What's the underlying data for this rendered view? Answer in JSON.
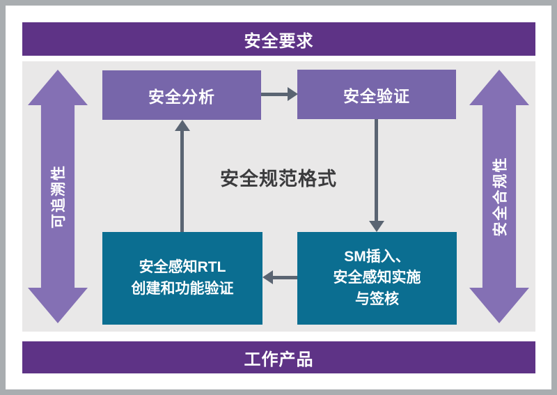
{
  "banners": {
    "top": "安全要求",
    "bottom": "工作产品"
  },
  "side_arrows": {
    "left_label": "可追溯性",
    "right_label": "安全合规性"
  },
  "center_label": "安全规范格式",
  "boxes": {
    "analysis": "安全分析",
    "verification": "安全验证",
    "rtl": "安全感知RTL\n创建和功能验证",
    "sm": "SM插入、\n安全感知实施\n与签核"
  },
  "flow": {
    "arrows": [
      "analysis-to-verification",
      "verification-to-sm",
      "sm-to-rtl",
      "rtl-to-analysis"
    ]
  },
  "colors": {
    "banner_purple": "#5e3386",
    "box_purple": "#7766aa",
    "arrow_purple": "#8470b4",
    "teal": "#0b6e91",
    "canvas_gray": "#e9e8e8",
    "flow_gray": "#5a6472",
    "frame_gray": "#a9adb0",
    "center_text": "#3b3b3d"
  }
}
